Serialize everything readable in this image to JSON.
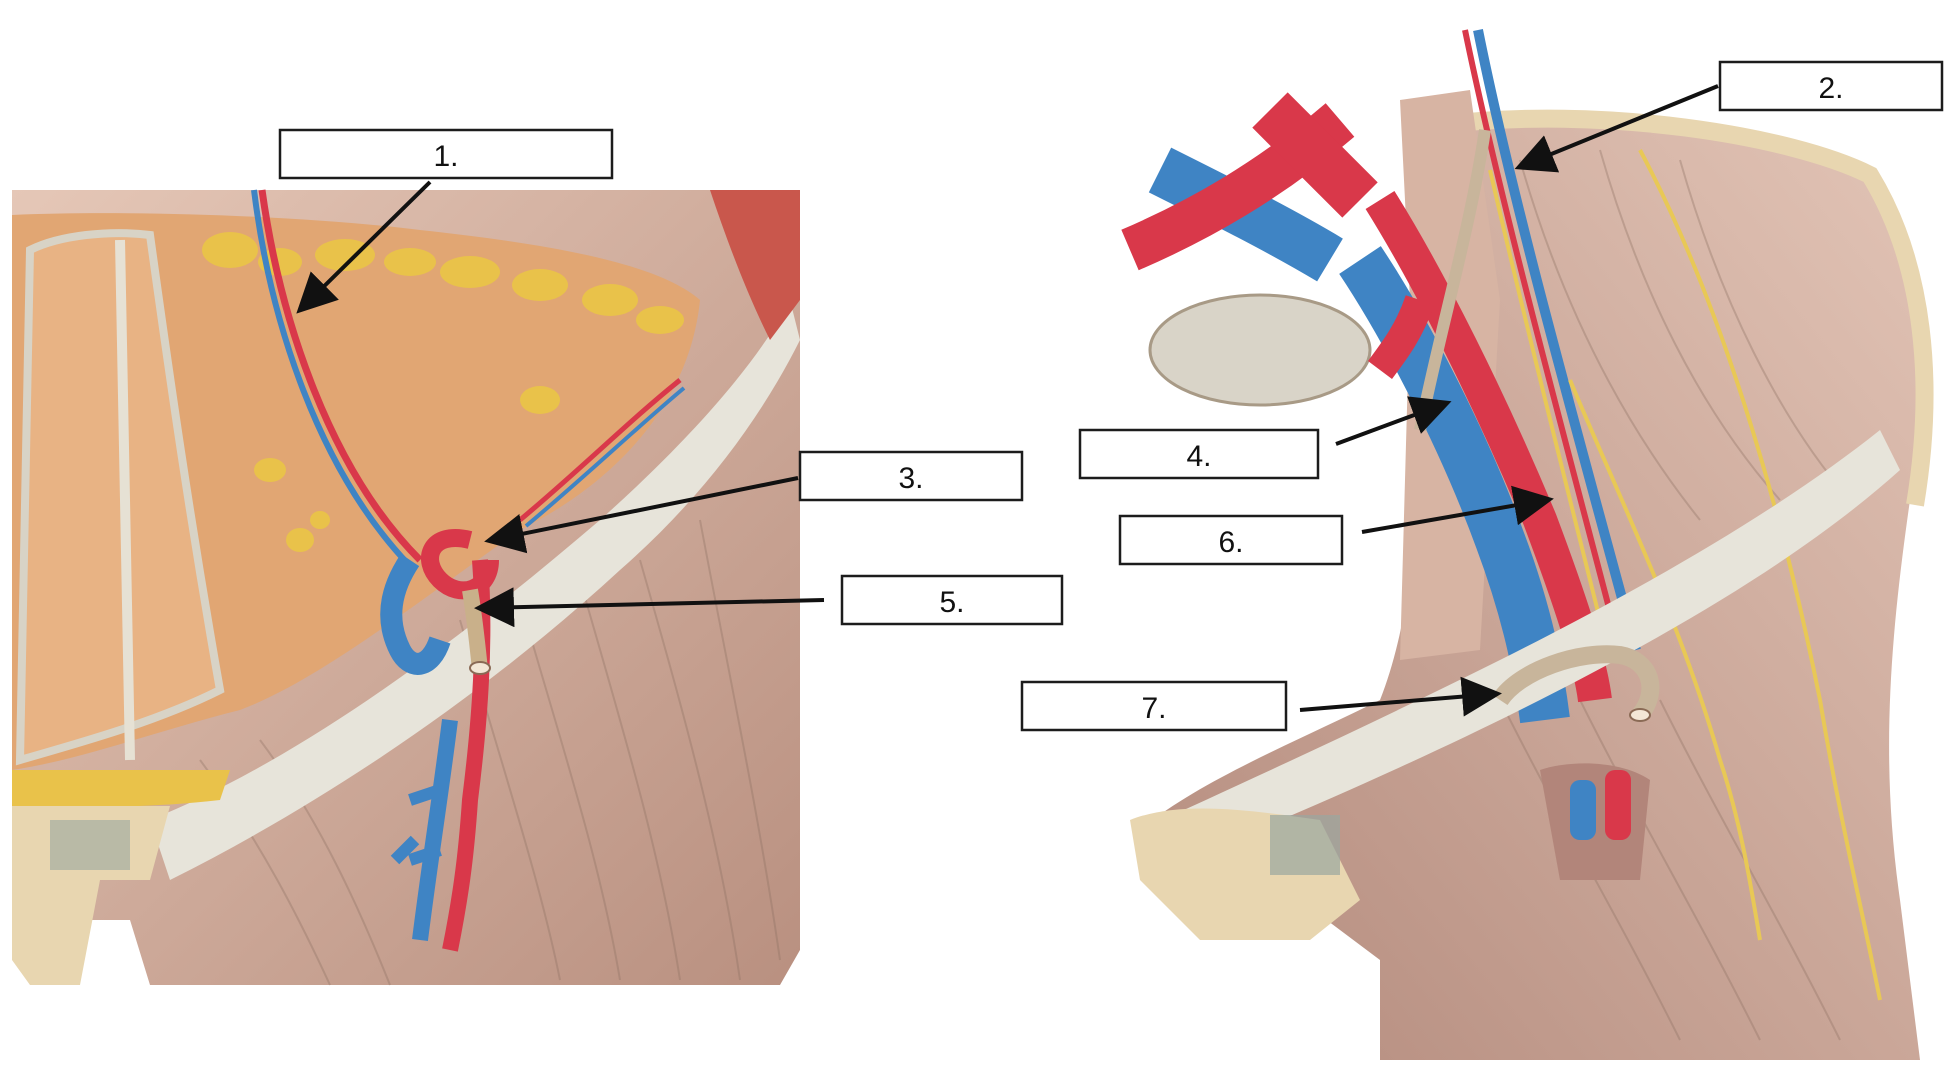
{
  "labels": [
    {
      "id": "1",
      "text": "1."
    },
    {
      "id": "2",
      "text": "2."
    },
    {
      "id": "3",
      "text": "3."
    },
    {
      "id": "4",
      "text": "4."
    },
    {
      "id": "5",
      "text": "5."
    },
    {
      "id": "6",
      "text": "6."
    },
    {
      "id": "7",
      "text": "7."
    }
  ],
  "colors": {
    "artery": "#d9384a",
    "vein": "#3f84c4",
    "nerve": "#e8c856",
    "muscle": "#c9a898",
    "fat": "#e9c24a",
    "skin": "#e2b08a",
    "fascia": "#e7e4da",
    "bone": "#e8d6b0"
  }
}
